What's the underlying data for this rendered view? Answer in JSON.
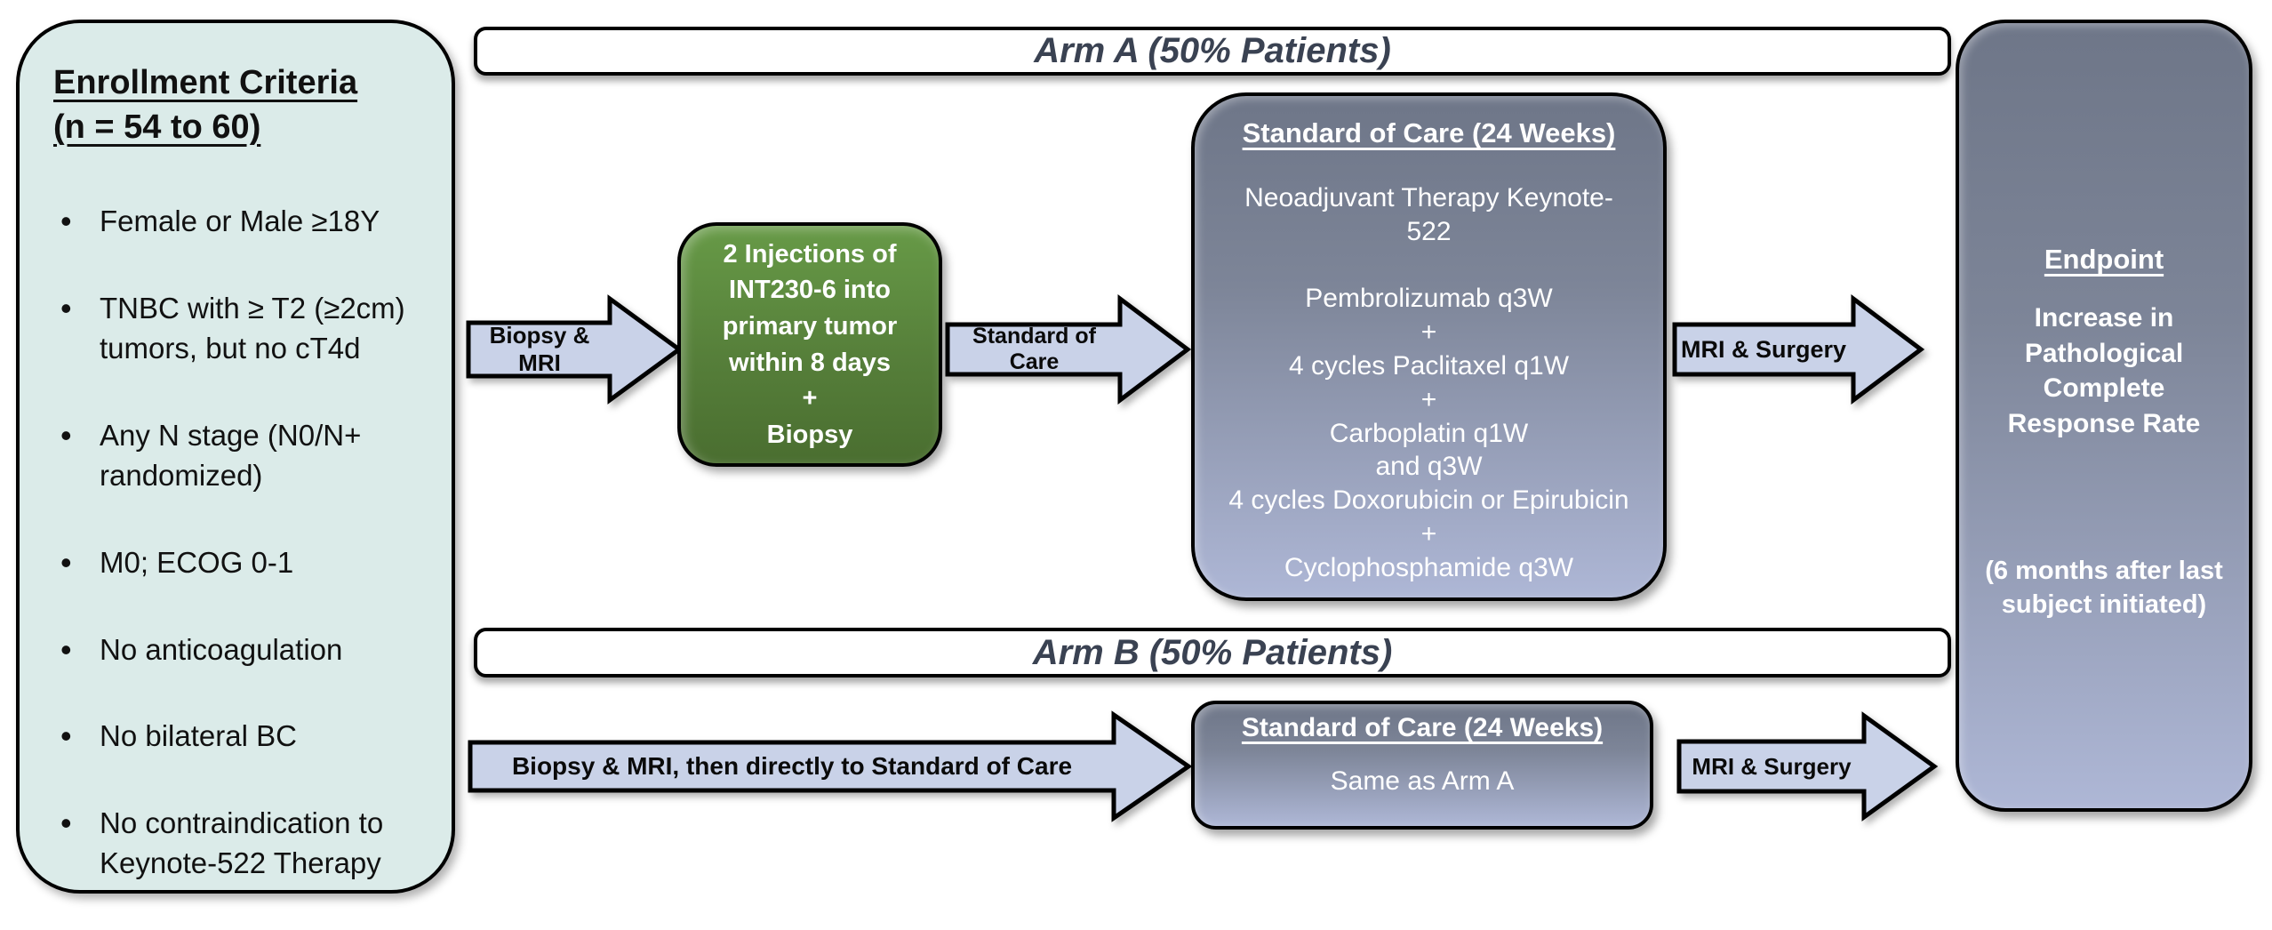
{
  "colors": {
    "panel_bg": "#dbebe9",
    "arrow_fill": "#c9d2e8",
    "green_light": "#679a47",
    "green_mid": "#567f3a",
    "green_dark": "#4a6e30",
    "slate_top": "#6e7688",
    "slate_bottom": "#aeb7d6",
    "banner_text": "#3a4252"
  },
  "enrollment": {
    "title_line1": "Enrollment Criteria",
    "title_line2": "(n = 54 to 60)",
    "bullets": [
      "Female or Male ≥18Y",
      "TNBC with ≥ T2 (≥2cm) tumors, but no cT4d",
      "Any N stage (N0/N+ randomized)",
      "M0; ECOG 0-1",
      "No anticoagulation",
      "No bilateral BC",
      "No contraindication to Keynote-522 Therapy"
    ]
  },
  "arm_a": {
    "banner": "Arm A (50% Patients)",
    "arrow_biopsy_mri": "Biopsy & MRI",
    "injection_box": "2 Injections of\nINT230-6 into\nprimary tumor\nwithin 8 days\n+\nBiopsy",
    "arrow_soc": "Standard of Care",
    "soc_title": "Standard of Care (24 Weeks)",
    "soc_body": "Neoadjuvant Therapy Keynote-\n522\n\nPembrolizumab q3W\n+\n4 cycles Paclitaxel q1W\n+\nCarboplatin q1W\nand q3W\n4 cycles Doxorubicin or Epirubicin\n+\nCyclophosphamide q3W",
    "arrow_mri_surgery": "MRI & Surgery"
  },
  "arm_b": {
    "banner": "Arm B (50% Patients)",
    "arrow_direct": "Biopsy & MRI, then directly to Standard of Care",
    "soc_title": "Standard of Care (24 Weeks)",
    "soc_body": "Same as Arm A",
    "arrow_mri_surgery": "MRI & Surgery"
  },
  "endpoint": {
    "title": "Endpoint",
    "main": "Increase in\nPathological\nComplete\nResponse Rate",
    "note": "(6 months after last\nsubject initiated)"
  }
}
